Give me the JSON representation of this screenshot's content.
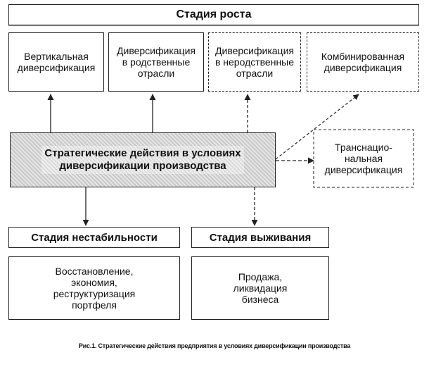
{
  "growth_stage": {
    "title": "Стадия роста",
    "boxes": [
      "Вертикальная\nдиверсификация",
      "Диверсификация\nв родственные\nотрасли",
      "Диверсификация\nв неродственные\nотрасли",
      "Комбинированная\nдиверсификация"
    ]
  },
  "center": {
    "label": "Стратегические действия в условиях\nдиверсификации производства"
  },
  "transnational": {
    "label": "Транснацио-\nнальная\nдиверсификация"
  },
  "instability_stage": {
    "title": "Стадия нестабильности",
    "content": "Восстановление,\nэкономия,\nреструктуризация\nпортфеля"
  },
  "survival_stage": {
    "title": "Стадия выживания",
    "content": "Продажа,\nликвидация\nбизнеса"
  },
  "caption": "Рис.1. Стратегические действия предприятия в условиях диверсификации производства",
  "colors": {
    "line": "#222222",
    "center_fill": "#d9d9d9"
  }
}
